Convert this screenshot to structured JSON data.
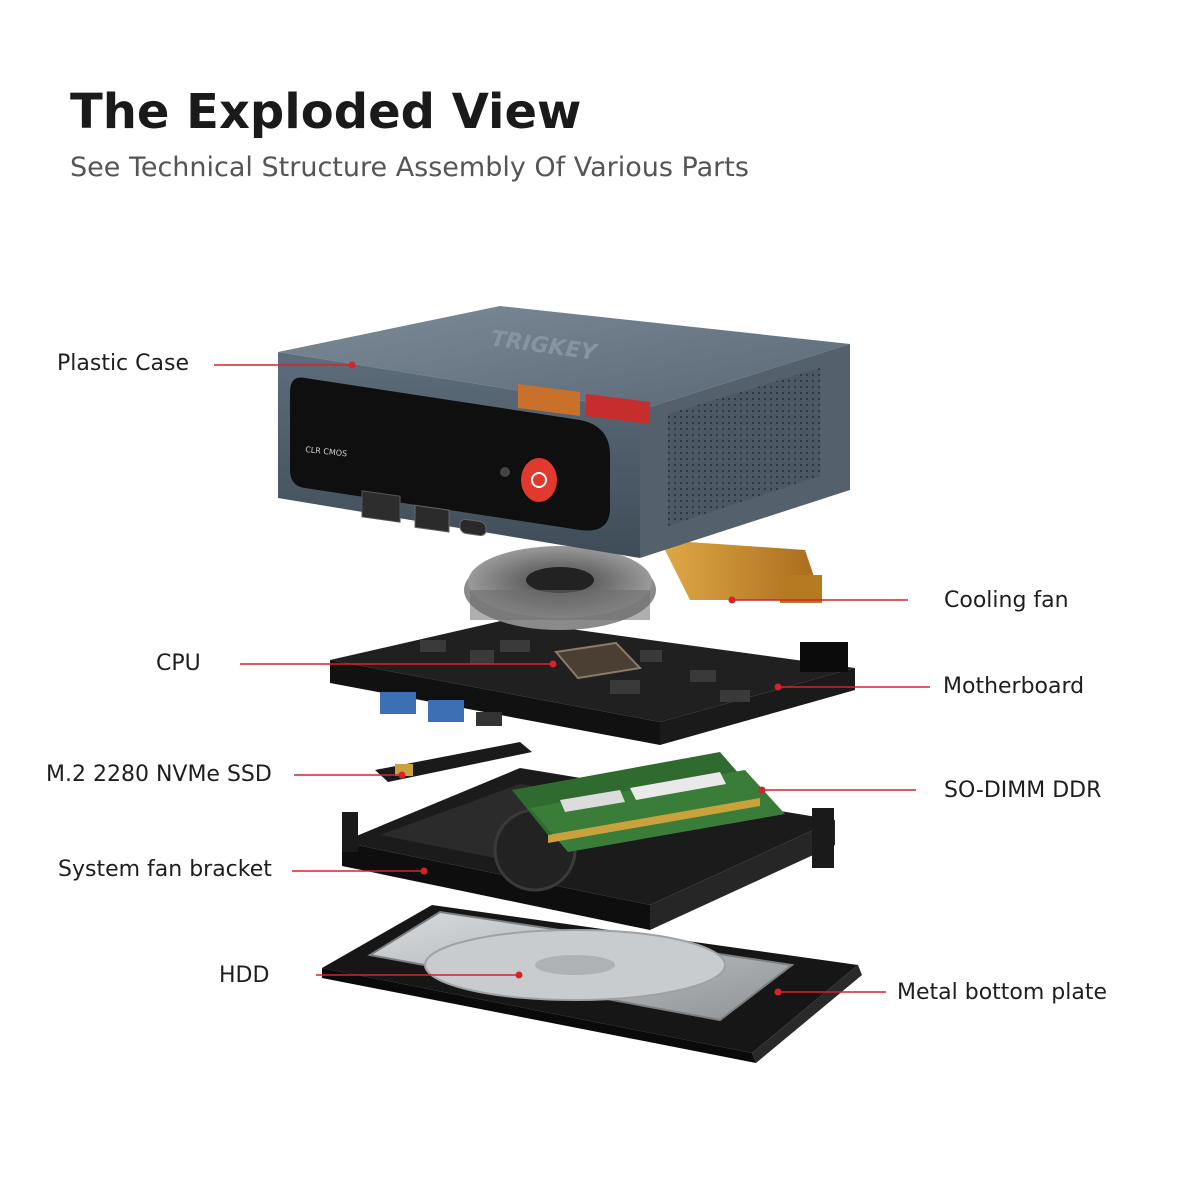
{
  "header": {
    "title": "The Exploded View",
    "subtitle": "See Technical Structure Assembly Of Various Parts"
  },
  "device": {
    "brand": "TRIGKEY",
    "port_label": "CLR CMOS"
  },
  "callouts": {
    "plastic_case": "Plastic Case",
    "cooling_fan": "Cooling fan",
    "cpu": "CPU",
    "motherboard": "Motherboard",
    "ssd": "M.2 2280 NVMe SSD",
    "ram": "SO-DIMM DDR",
    "fan_bracket": "System fan bracket",
    "hdd": "HDD",
    "bottom_plate": "Metal bottom plate"
  },
  "colors": {
    "leader": "#d8222a",
    "case": "#5b6a78",
    "case_top": "#6f7e8c",
    "panel": "#111111",
    "power": "#e03a2f",
    "copper": "#c98a2a",
    "pcb": "#1c1c1c",
    "ram_green": "#2f6b2f",
    "plate": "#141414",
    "hdd": "#b9bcbf"
  }
}
